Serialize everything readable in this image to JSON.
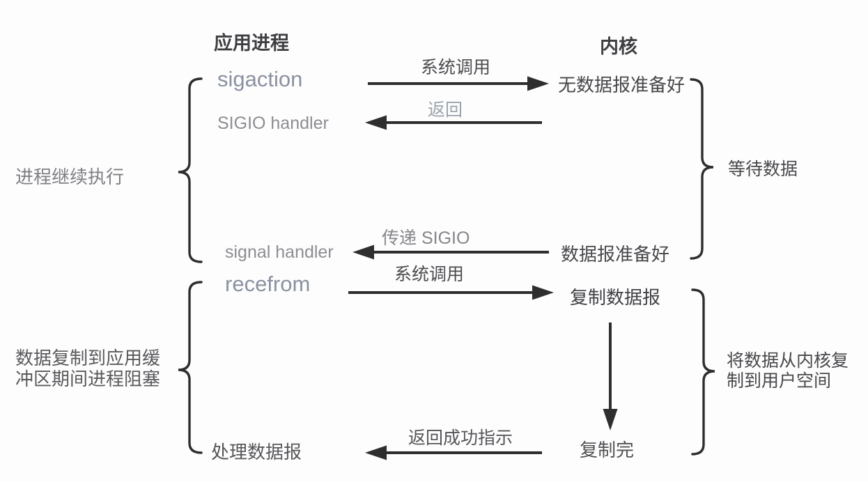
{
  "headers": {
    "app": "应用进程",
    "kernel": "内核"
  },
  "app": {
    "sigaction": "sigaction",
    "sigio_handler": "SIGIO handler",
    "signal_handler": "signal handler",
    "recefrom": "recefrom",
    "process_datagram": "处理数据报"
  },
  "kernel": {
    "no_datagram_ready": "无数据报准备好",
    "datagram_ready": "数据报准备好",
    "copy_datagram": "复制数据报",
    "copy_done": "复制完"
  },
  "arrows": {
    "syscall1": "系统调用",
    "ret": "返回",
    "deliver_sigio": "传递 SIGIO",
    "syscall2": "系统调用",
    "return_success": "返回成功指示"
  },
  "annotations": {
    "process_continues": "进程继续执行",
    "copy_block_line1": "数据复制到应用缓",
    "copy_block_line2": "冲区期间进程阻塞",
    "wait_data": "等待数据",
    "kernel_copy_line1": "将数据从内核复",
    "kernel_copy_line2": "制到用户空间"
  },
  "colors": {
    "arrow": "#2e2e2e",
    "brace": "#2e2e2e",
    "header_text": "#3f3f43",
    "dark_text": "#48484c",
    "gray_text": "#8d8d93",
    "light_gray_text": "#9aa2ac",
    "english_gray": "#8a91a0",
    "background": "#fdfdfd"
  }
}
